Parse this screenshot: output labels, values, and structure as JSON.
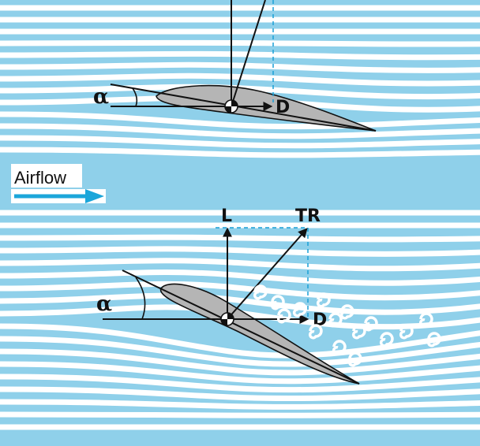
{
  "colors": {
    "water": "#8fd0ea",
    "stream": "#ffffff",
    "airfoil": "#b5b5b5",
    "ink": "#111111",
    "arrow": "#1ba6da",
    "dashed": "#1b9fd6"
  },
  "top": {
    "alpha": "α",
    "drag": "D"
  },
  "airflow": {
    "label": "Airflow"
  },
  "bottom": {
    "lift": "L",
    "total_reaction": "TR",
    "alpha": "α",
    "drag": "D"
  }
}
